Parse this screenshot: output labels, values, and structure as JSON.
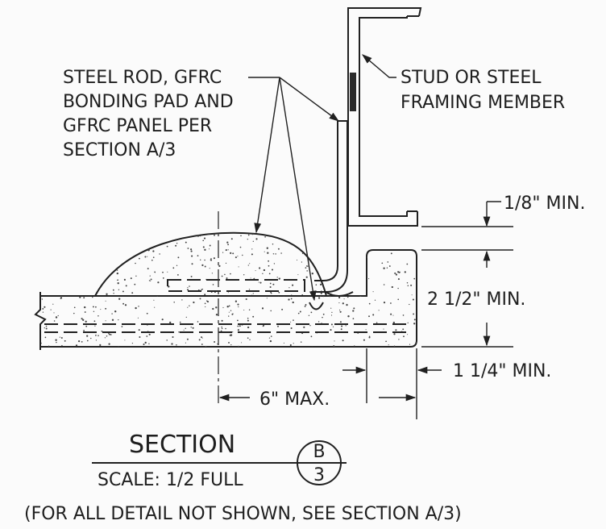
{
  "notes": {
    "steel_rod": [
      "STEEL ROD, GFRC",
      "BONDING PAD AND",
      "GFRC PANEL PER",
      "SECTION A/3"
    ],
    "stud": [
      "STUD OR STEEL",
      "FRAMING MEMBER"
    ]
  },
  "dimensions": {
    "gap": "1/8\" MIN.",
    "depth": "2 1/2\" MIN.",
    "return_width": "1 1/4\" MIN.",
    "spacing": "6\" MAX."
  },
  "title_block": {
    "title": "SECTION",
    "scale": "SCALE: 1/2 FULL",
    "bubble_top": "B",
    "bubble_bottom": "3"
  },
  "footnote": "(FOR ALL DETAIL NOT SHOWN, SEE SECTION A/3)",
  "colors": {
    "ink": "#1e1e1e",
    "paper": "#fbfbfb"
  }
}
